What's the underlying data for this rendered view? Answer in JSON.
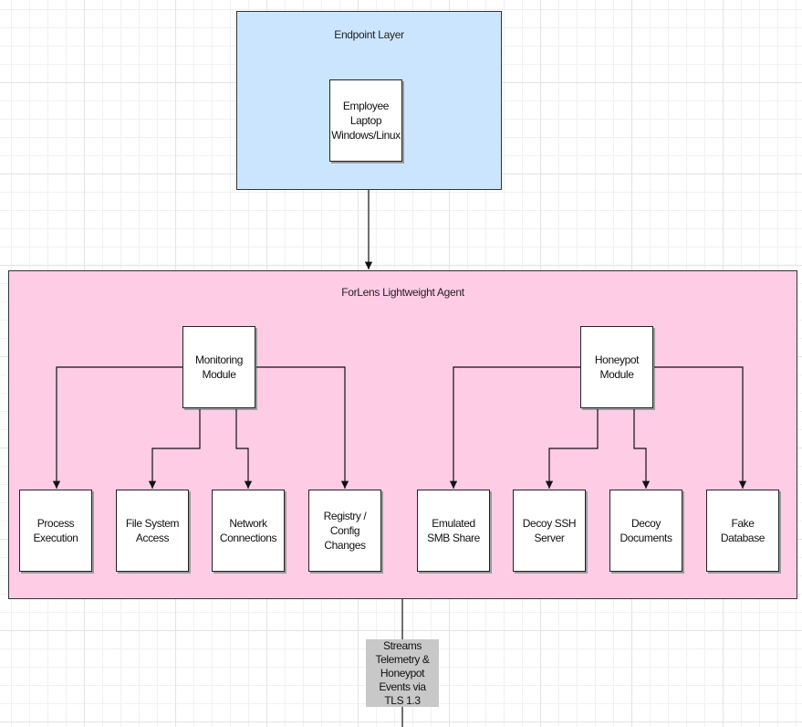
{
  "endpoint_layer": {
    "title": "Endpoint Layer",
    "device": {
      "line1": "Employee Laptop",
      "line2": "Windows/Linux"
    }
  },
  "agent": {
    "title": "ForLens Lightweight Agent",
    "monitoring_module": {
      "label": "Monitoring Module",
      "children": [
        {
          "line1": "Process Execution",
          "line2": ""
        },
        {
          "line1": "File System Access",
          "line2": ""
        },
        {
          "line1": "Network Connections",
          "line2": ""
        },
        {
          "line1": "Registry / Config",
          "line2": "Changes"
        }
      ]
    },
    "honeypot_module": {
      "label": "Honeypot Module",
      "children": [
        {
          "line1": "Emulated SMB Share",
          "line2": ""
        },
        {
          "line1": "Decoy SSH Server",
          "line2": ""
        },
        {
          "line1": "Decoy Documents",
          "line2": ""
        },
        {
          "line1": "Fake Database",
          "line2": ""
        }
      ]
    }
  },
  "stream_note": {
    "line1": "Streams Telemetry &",
    "line2": "Honeypot Events via",
    "line3": "TLS 1.3"
  },
  "colors": {
    "endpoint_fill": "#cce5ff",
    "agent_fill": "#ffcce6",
    "note_fill": "#c8c8c8"
  }
}
